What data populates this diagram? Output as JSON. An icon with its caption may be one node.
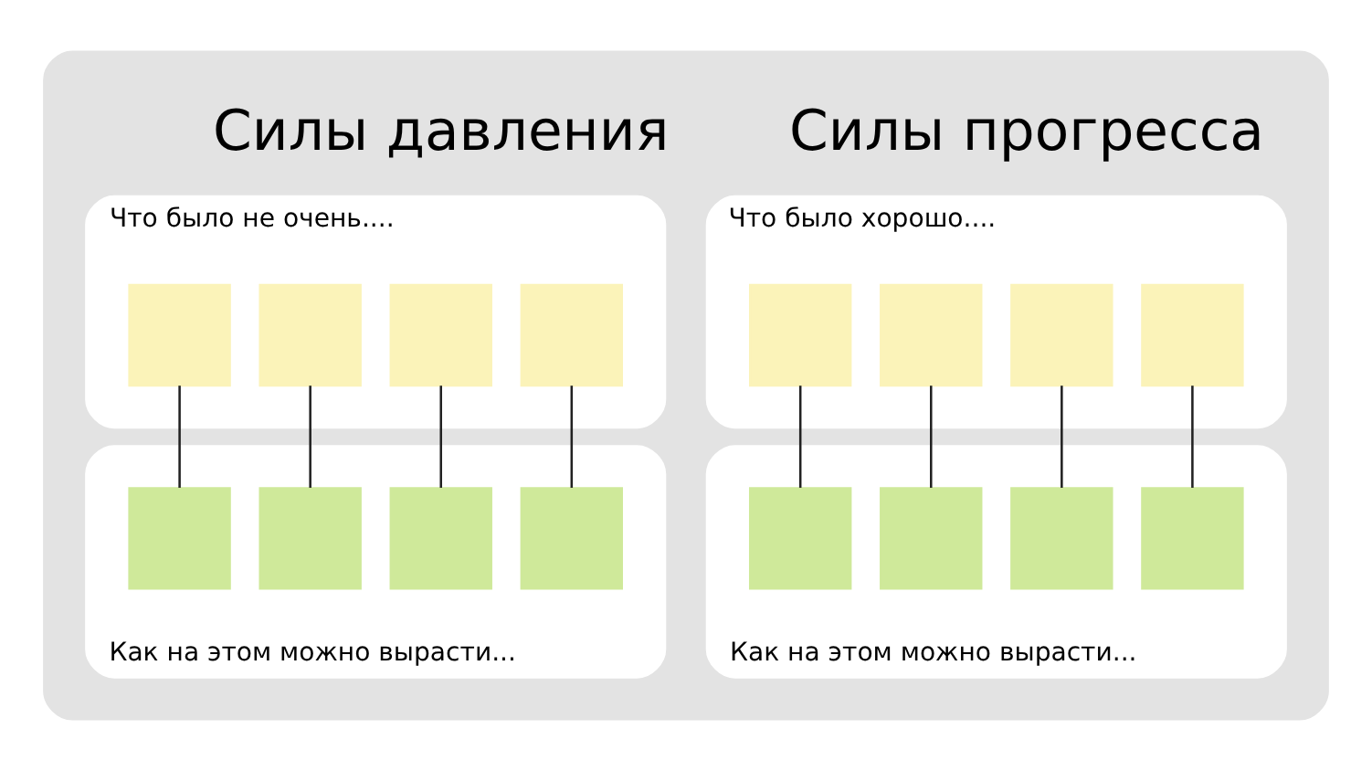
{
  "diagram": {
    "nodes": [
      {
        "text": [],
        "shape": "box"
      },
      {
        "text": [
          "Что было хорошо...."
        ],
        "in": 0
      },
      {
        "text": [],
        "shape": "box",
        "in": 1
      },
      {
        "text": [],
        "shape": "box",
        "in": 1
      },
      {
        "text": [],
        "shape": "box",
        "in": 1
      },
      {
        "text": [],
        "shape": "box",
        "in": 1
      },
      {
        "text": [
          "Как на этом можно вырасти..."
        ],
        "in": 0
      },
      {
        "text": [],
        "shape": "box",
        "in": 6
      },
      {
        "text": [],
        "shape": "box",
        "in": 6
      },
      {
        "text": [],
        "shape": "box",
        "in": 6
      },
      {
        "text": [],
        "shape": "box",
        "in": 6
      },
      {
        "text": [
          "Что было не очень...."
        ],
        "in": 0
      },
      {
        "text": [],
        "shape": "box",
        "in": 11
      },
      {
        "text": [],
        "shape": "box",
        "in": 11
      },
      {
        "text": [],
        "shape": "box",
        "in": 11
      },
      {
        "text": [],
        "shape": "box",
        "in": 11
      },
      {
        "text": [
          "Как на этом можно вырасти..."
        ],
        "in": 0
      },
      {
        "text": [],
        "shape": "box",
        "in": 16
      },
      {
        "text": [],
        "shape": "box",
        "in": 16
      },
      {
        "text": [],
        "shape": "box",
        "in": 16
      },
      {
        "text": [],
        "shape": "box",
        "in": 16
      }
    ],
    "edges": [
      {
        "from": 2,
        "to": 7,
        "arrow": "none"
      },
      {
        "from": 3,
        "to": 8,
        "arrow": "none"
      },
      {
        "from": 4,
        "to": 9,
        "arrow": "none"
      },
      {
        "from": 5,
        "to": 10,
        "arrow": "none"
      },
      {
        "from": 12,
        "to": 17,
        "arrow": "none"
      },
      {
        "from": 13,
        "to": 18,
        "arrow": "none"
      },
      {
        "from": 14,
        "to": 19,
        "arrow": "none"
      },
      {
        "from": 15,
        "to": 20,
        "arrow": "none"
      }
    ],
    "labels": [
      "Силы прогресса",
      "Силы давления"
    ]
  }
}
